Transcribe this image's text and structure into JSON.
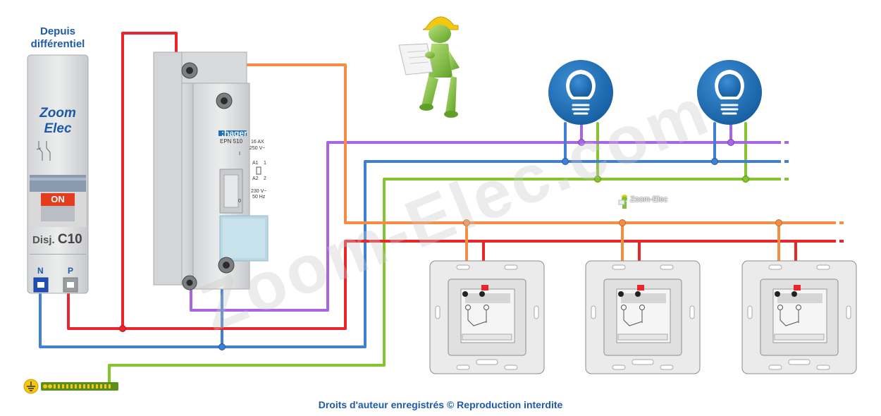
{
  "header": {
    "line1": "Depuis",
    "line2": "différentiel"
  },
  "breaker": {
    "brand_line1": "Zoom",
    "brand_line2": "Elec",
    "on_label": "ON",
    "label_prefix": "Disj.",
    "rating": "C10",
    "terminal_n": "N",
    "terminal_p": "P"
  },
  "relay": {
    "brand": ":hager",
    "model": "EPN 510",
    "rating_current": "16 AX",
    "rating_voltage": "250 V~",
    "terminal_a1": "A1",
    "terminal_a2": "A2",
    "terminal_1": "1",
    "terminal_2": "2",
    "mark_i": "I",
    "mark_o": "0",
    "coil_voltage": "230 V~",
    "coil_freq": "50 Hz"
  },
  "logo": {
    "text": "Zoom-Elec"
  },
  "watermark": {
    "text": "Zoom-Elec.com"
  },
  "footer": {
    "text": "Droits d'auteur enregistrés © Reproduction interdite"
  },
  "colors": {
    "phase": "#e8262b",
    "neutral": "#3f7fd4",
    "control": "#f58d42",
    "lamp": "#a865e3",
    "earth": "#86c42d",
    "accent": "#1e5aa8",
    "lamp_badge": "#1c6fb8"
  }
}
